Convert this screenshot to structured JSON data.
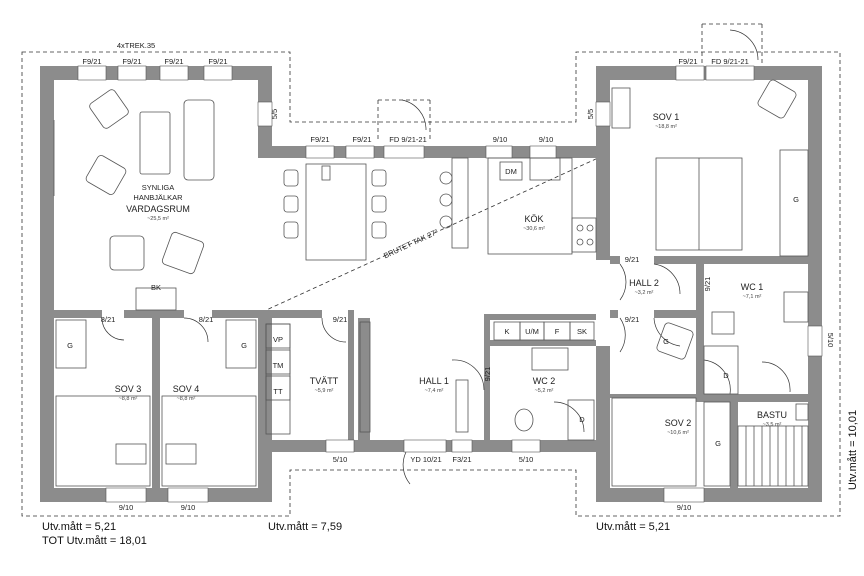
{
  "title_note": "4xTREK.35",
  "rooms": [
    {
      "key": "vardagsrum",
      "name": "VARDAGSRUM",
      "area": "~25,5 m²",
      "note1": "SYNLIGA",
      "note2": "HANBJÄLKAR"
    },
    {
      "key": "kok",
      "name": "KÖK",
      "area": "~30,6 m²"
    },
    {
      "key": "sov1",
      "name": "SOV 1",
      "area": "~18,8 m²"
    },
    {
      "key": "hall2",
      "name": "HALL 2",
      "area": "~3,2 m²"
    },
    {
      "key": "wc1",
      "name": "WC 1",
      "area": "~7,1 m²"
    },
    {
      "key": "sov3",
      "name": "SOV 3",
      "area": "~8,8 m²"
    },
    {
      "key": "sov4",
      "name": "SOV 4",
      "area": "~8,8 m²"
    },
    {
      "key": "tvatt",
      "name": "TVÄTT",
      "area": "~5,9 m²"
    },
    {
      "key": "hall1",
      "name": "HALL 1",
      "area": "~7,4 m²"
    },
    {
      "key": "wc2",
      "name": "WC 2",
      "area": "~5,2 m²"
    },
    {
      "key": "sov2",
      "name": "SOV 2",
      "area": "~10,6 m²"
    },
    {
      "key": "bastu",
      "name": "BASTU",
      "area": "~3,5 m²"
    }
  ],
  "windows": [
    "F9/21",
    "F9/21",
    "F9/21",
    "F9/21",
    "5/5",
    "F9/21",
    "F9/21",
    "FD 9/21-21",
    "9/10",
    "9/10",
    "F9/21",
    "FD 9/21-21",
    "5/5",
    "5/10",
    "9/10",
    "9/10",
    "5/10",
    "YD 10/21",
    "F3/21",
    "5/10",
    "9/10"
  ],
  "doors": [
    "8/21",
    "8/21",
    "9/21",
    "9/21",
    "9/21",
    "9/21",
    "9/21"
  ],
  "fixtures": [
    "DM",
    "BK",
    "VP",
    "TM",
    "TT",
    "K",
    "U/M",
    "F",
    "SK",
    "G",
    "G",
    "G",
    "G",
    "G",
    "D",
    "D"
  ],
  "ceiling_note": "BRUTET TAK 27°",
  "dimensions": {
    "left": "Utv.mått = 5,21",
    "total": "TOT Utv.mått = 18,01",
    "middle": "Utv.mått = 7,59",
    "right": "Utv.mått = 5,21",
    "side": "Utv.mått = 10,01"
  }
}
